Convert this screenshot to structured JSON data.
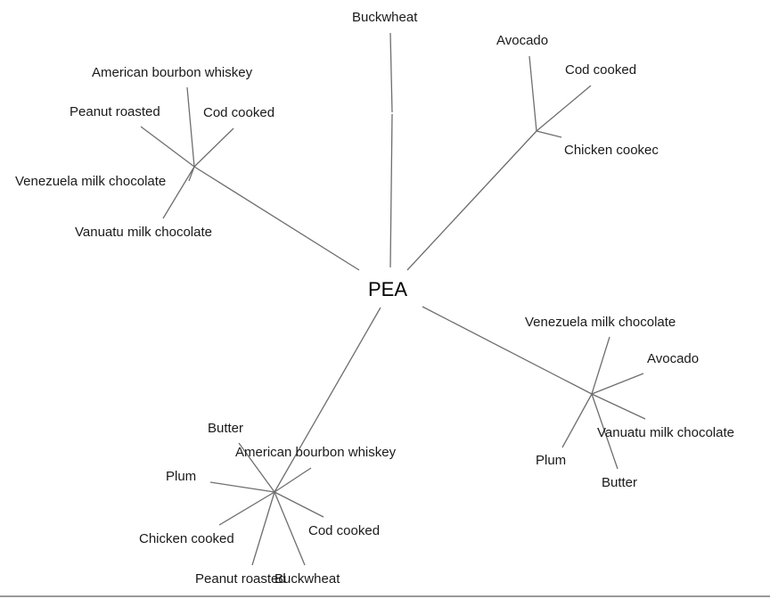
{
  "diagram": {
    "type": "radial-tree",
    "root": "PEA",
    "branches": [
      {
        "id": "upper-left",
        "children": [
          "American bourbon whiskey",
          "Peanut roasted",
          "Cod cooked",
          "Venezuela milk chocolate",
          "Vanuatu milk chocolate"
        ]
      },
      {
        "id": "top",
        "children": [
          "Buckwheat"
        ]
      },
      {
        "id": "upper-right",
        "children": [
          "Avocado",
          "Cod cooked",
          "Chicken cookec"
        ]
      },
      {
        "id": "lower-right",
        "children": [
          "Venezuela milk chocolate",
          "Avocado",
          "Vanuatu milk chocolate",
          "Plum",
          "Butter"
        ]
      },
      {
        "id": "lower-left",
        "children": [
          "Butter",
          "American bourbon whiskey",
          "Plum",
          "Chicken cooked",
          "Cod cooked",
          "Peanut roasted",
          "Buckwheat"
        ]
      }
    ]
  }
}
